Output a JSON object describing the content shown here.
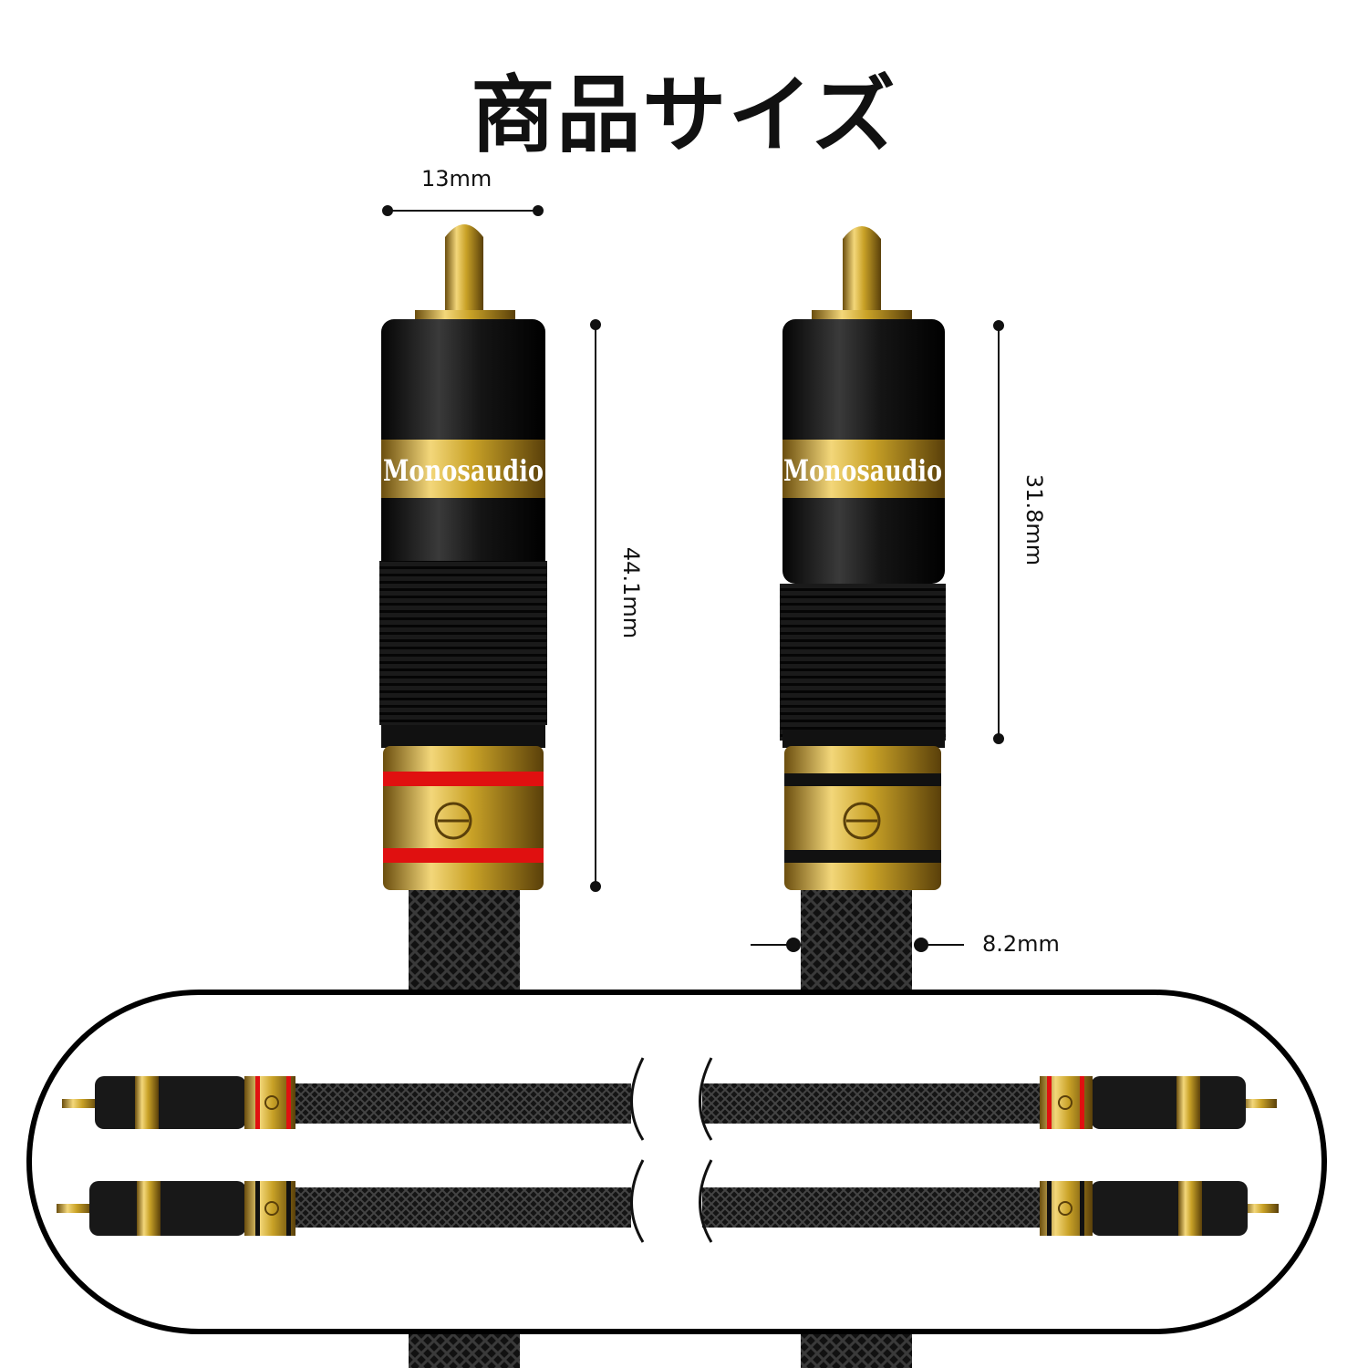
{
  "title": "商品サイズ",
  "brand": "Monosaudio",
  "dimensions": {
    "connector_width": "13mm",
    "red_connector_length": "44.1mm",
    "black_connector_length": "31.8mm",
    "cable_diameter": "8.2mm"
  },
  "colors": {
    "gold": "#c9a227",
    "body": "#151515",
    "left_channel_stripe": "#e01010",
    "right_channel_stripe": "#111111"
  }
}
